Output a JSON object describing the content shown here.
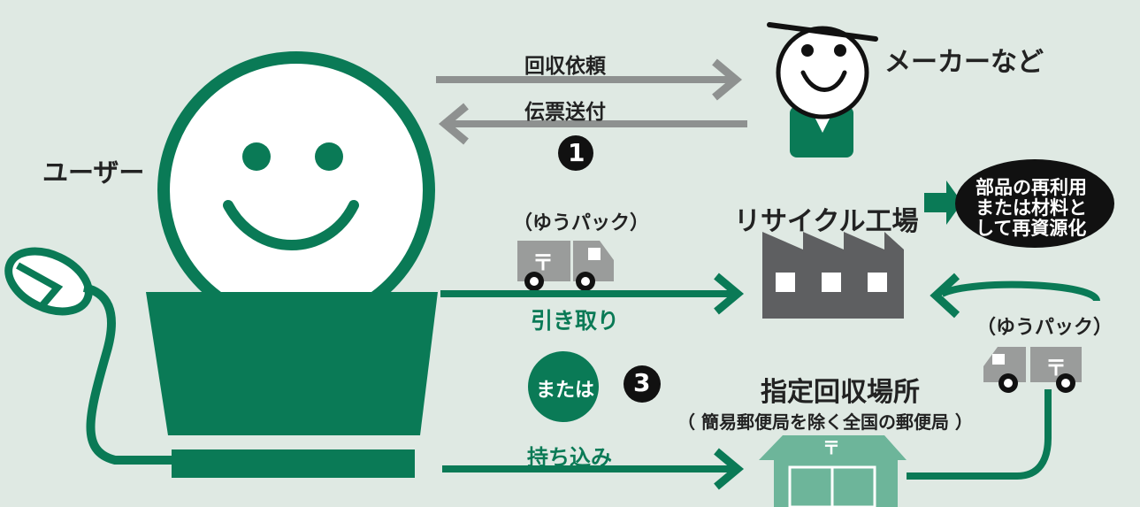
{
  "colors": {
    "background": "#dfe9e3",
    "primary_green": "#0a7a56",
    "arrow_gray": "#8e9190",
    "factory_gray": "#5e5f61",
    "truck_gray": "#9a9c9b",
    "dark": "#222222",
    "post_office_green": "#6db59a"
  },
  "icons": [
    "user-smiley-icon",
    "mouse-icon",
    "maker-smiley-icon",
    "factory-icon",
    "truck-icon",
    "post-office-icon",
    "postal-mark-icon"
  ],
  "diagram": {
    "user_label": "ユーザー",
    "maker_label": "メーカーなど",
    "request_label": "回収依頼",
    "slip_label": "伝票送付",
    "step1": "1",
    "step3": "3",
    "yupack_left": "（ゆうパック）",
    "yupack_right": "（ゆうパック）",
    "pickup_label": "引き取り",
    "or_label": "または",
    "carry_label": "持ち込み",
    "factory_label": "リサイクル工場",
    "reuse_lines": [
      "部品の再利用",
      "または材料と",
      "して再資源化"
    ],
    "collection_title": "指定回収場所",
    "collection_note": "（ 簡易郵便局を除く全国の郵便局 ）",
    "postal_mark": "〒"
  }
}
